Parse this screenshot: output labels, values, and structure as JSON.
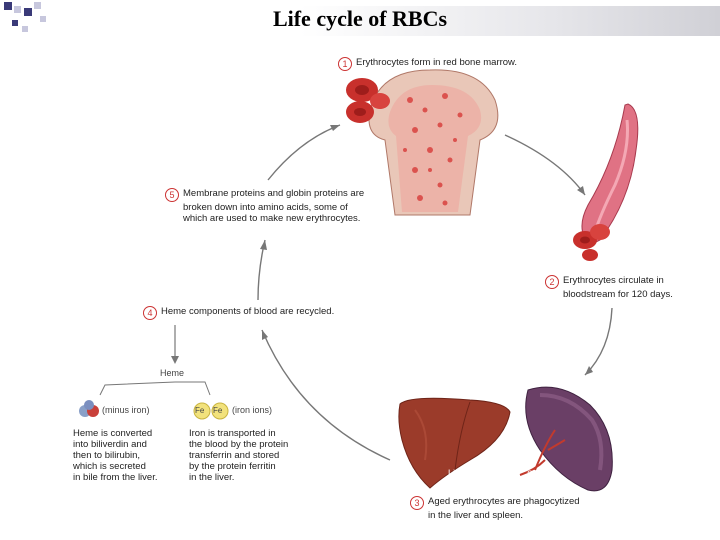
{
  "title": "Life cycle of RBCs",
  "steps": {
    "s1": {
      "num": "1",
      "text": "Erythrocytes form in red bone marrow."
    },
    "s2": {
      "num": "2",
      "line1": "Erythrocytes circulate in",
      "line2": "bloodstream for 120 days."
    },
    "s3": {
      "num": "3",
      "line1": "Aged erythrocytes are phagocytized",
      "line2": "in the liver and spleen."
    },
    "s4": {
      "num": "4",
      "text": "Heme components of blood are recycled."
    },
    "s5": {
      "num": "5",
      "line1": "Membrane proteins and globin proteins are",
      "line2": "broken down into amino acids, some of",
      "line3": "which are used to make new erythrocytes."
    }
  },
  "heme": {
    "label": "Heme",
    "minus_iron": "(minus iron)",
    "iron_ions": "(iron ions)",
    "fe1": "Fe",
    "fe2": "Fe",
    "left": {
      "l1": "Heme is converted",
      "l2": "into biliverdin and",
      "l3": "then to bilirubin,",
      "l4": "which is secreted",
      "l5": "in bile from the liver."
    },
    "right": {
      "l1": "Iron is transported in",
      "l2": "the blood by the protein",
      "l3": "transferrin and stored",
      "l4": "by the protein ferritin",
      "l5": "in the liver."
    }
  },
  "organs": {
    "liver": "Liver",
    "spleen": "Spleen"
  },
  "colors": {
    "accent": "#3a3a78",
    "bone": "#e9c7b8",
    "marrow": "#d9423f",
    "liver": "#9b3b2a",
    "spleen": "#6a3f66",
    "vessel": "#d5546a"
  }
}
